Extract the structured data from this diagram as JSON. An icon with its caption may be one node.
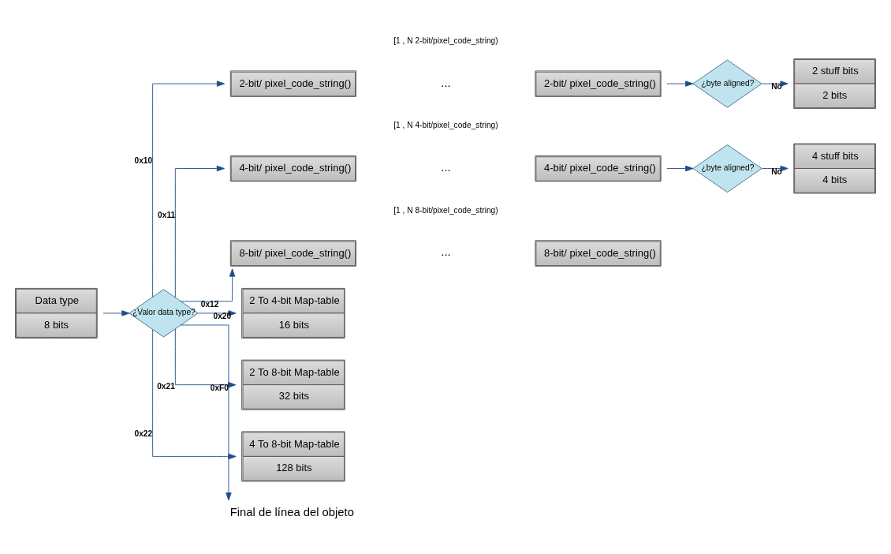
{
  "diagram": {
    "nodes": [
      {
        "text": [
          "Data type",
          "8 bits"
        ]
      },
      {
        "text": [
          "¿Valor data type?"
        ]
      },
      {
        "text": [
          "2-bit/ pixel_code_string()"
        ]
      },
      {
        "text": [
          "2-bit/ pixel_code_string()"
        ]
      },
      {
        "text": [
          "¿byte aligned?"
        ]
      },
      {
        "text": [
          "2 stuff bits",
          "2 bits"
        ]
      },
      {
        "text": [
          "4-bit/ pixel_code_string()"
        ]
      },
      {
        "text": [
          "4-bit/ pixel_code_string()"
        ]
      },
      {
        "text": [
          "¿byte aligned?"
        ]
      },
      {
        "text": [
          "4 stuff bits",
          "4 bits"
        ]
      },
      {
        "text": [
          "8-bit/ pixel_code_string()"
        ]
      },
      {
        "text": [
          "8-bit/ pixel_code_string()"
        ]
      },
      {
        "text": [
          "2 To 4-bit Map-table",
          "16 bits"
        ]
      },
      {
        "text": [
          "2 To 8-bit Map-table",
          "32 bits"
        ]
      },
      {
        "text": [
          "4 To 8-bit Map-table",
          "128 bits"
        ]
      },
      {
        "text": [
          "Final de línea del objeto"
        ]
      }
    ],
    "edges": [
      {
        "from": 0,
        "to": 1,
        "arrow": "to"
      },
      {
        "from": 1,
        "to": 2,
        "arrow": "to",
        "label": "0x10"
      },
      {
        "from": 1,
        "to": 6,
        "arrow": "to",
        "label": "0x11"
      },
      {
        "from": 1,
        "to": 10,
        "arrow": "to",
        "label": "0x12"
      },
      {
        "from": 1,
        "to": 12,
        "arrow": "to",
        "label": "0x20"
      },
      {
        "from": 1,
        "to": 13,
        "arrow": "to",
        "label": "0x21"
      },
      {
        "from": 1,
        "to": 14,
        "arrow": "to",
        "label": "0x22"
      },
      {
        "from": 1,
        "to": 15,
        "arrow": "to",
        "label": "0xF0"
      },
      {
        "from": 3,
        "to": 4,
        "arrow": "to"
      },
      {
        "from": 4,
        "to": 5,
        "arrow": "to",
        "label": "No"
      },
      {
        "from": 7,
        "to": 8,
        "arrow": "to"
      },
      {
        "from": 8,
        "to": 9,
        "arrow": "to",
        "label": "No"
      }
    ],
    "labels": [
      "[1 , N 2-bit/pixel_code_string)",
      "...",
      "[1 , N 4-bit/pixel_code_string)",
      "...",
      "[1 , N 8-bit/pixel_code_string)",
      "..."
    ]
  }
}
